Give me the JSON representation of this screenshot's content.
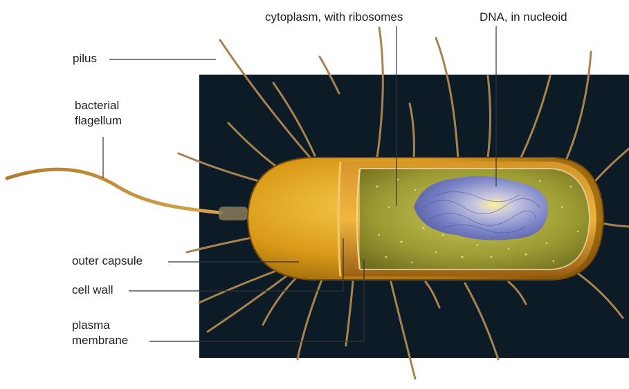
{
  "labels": {
    "pilus": "pilus",
    "flagellum_line1": "bacterial",
    "flagellum_line2": "flagellum",
    "outer_capsule": "outer capsule",
    "cell_wall": "cell wall",
    "plasma_membrane_line1": "plasma",
    "plasma_membrane_line2": "membrane",
    "cytoplasm": "cytoplasm, with ribosomes",
    "dna": "DNA, in nucleoid"
  },
  "colors": {
    "background_panel": "#0d1b26",
    "capsule_gold": "#e0a21c",
    "cytoplasm_green": "#a7a638",
    "nucleoid_blue": "#7e86c8",
    "pilus_brown": "#a7844f"
  }
}
